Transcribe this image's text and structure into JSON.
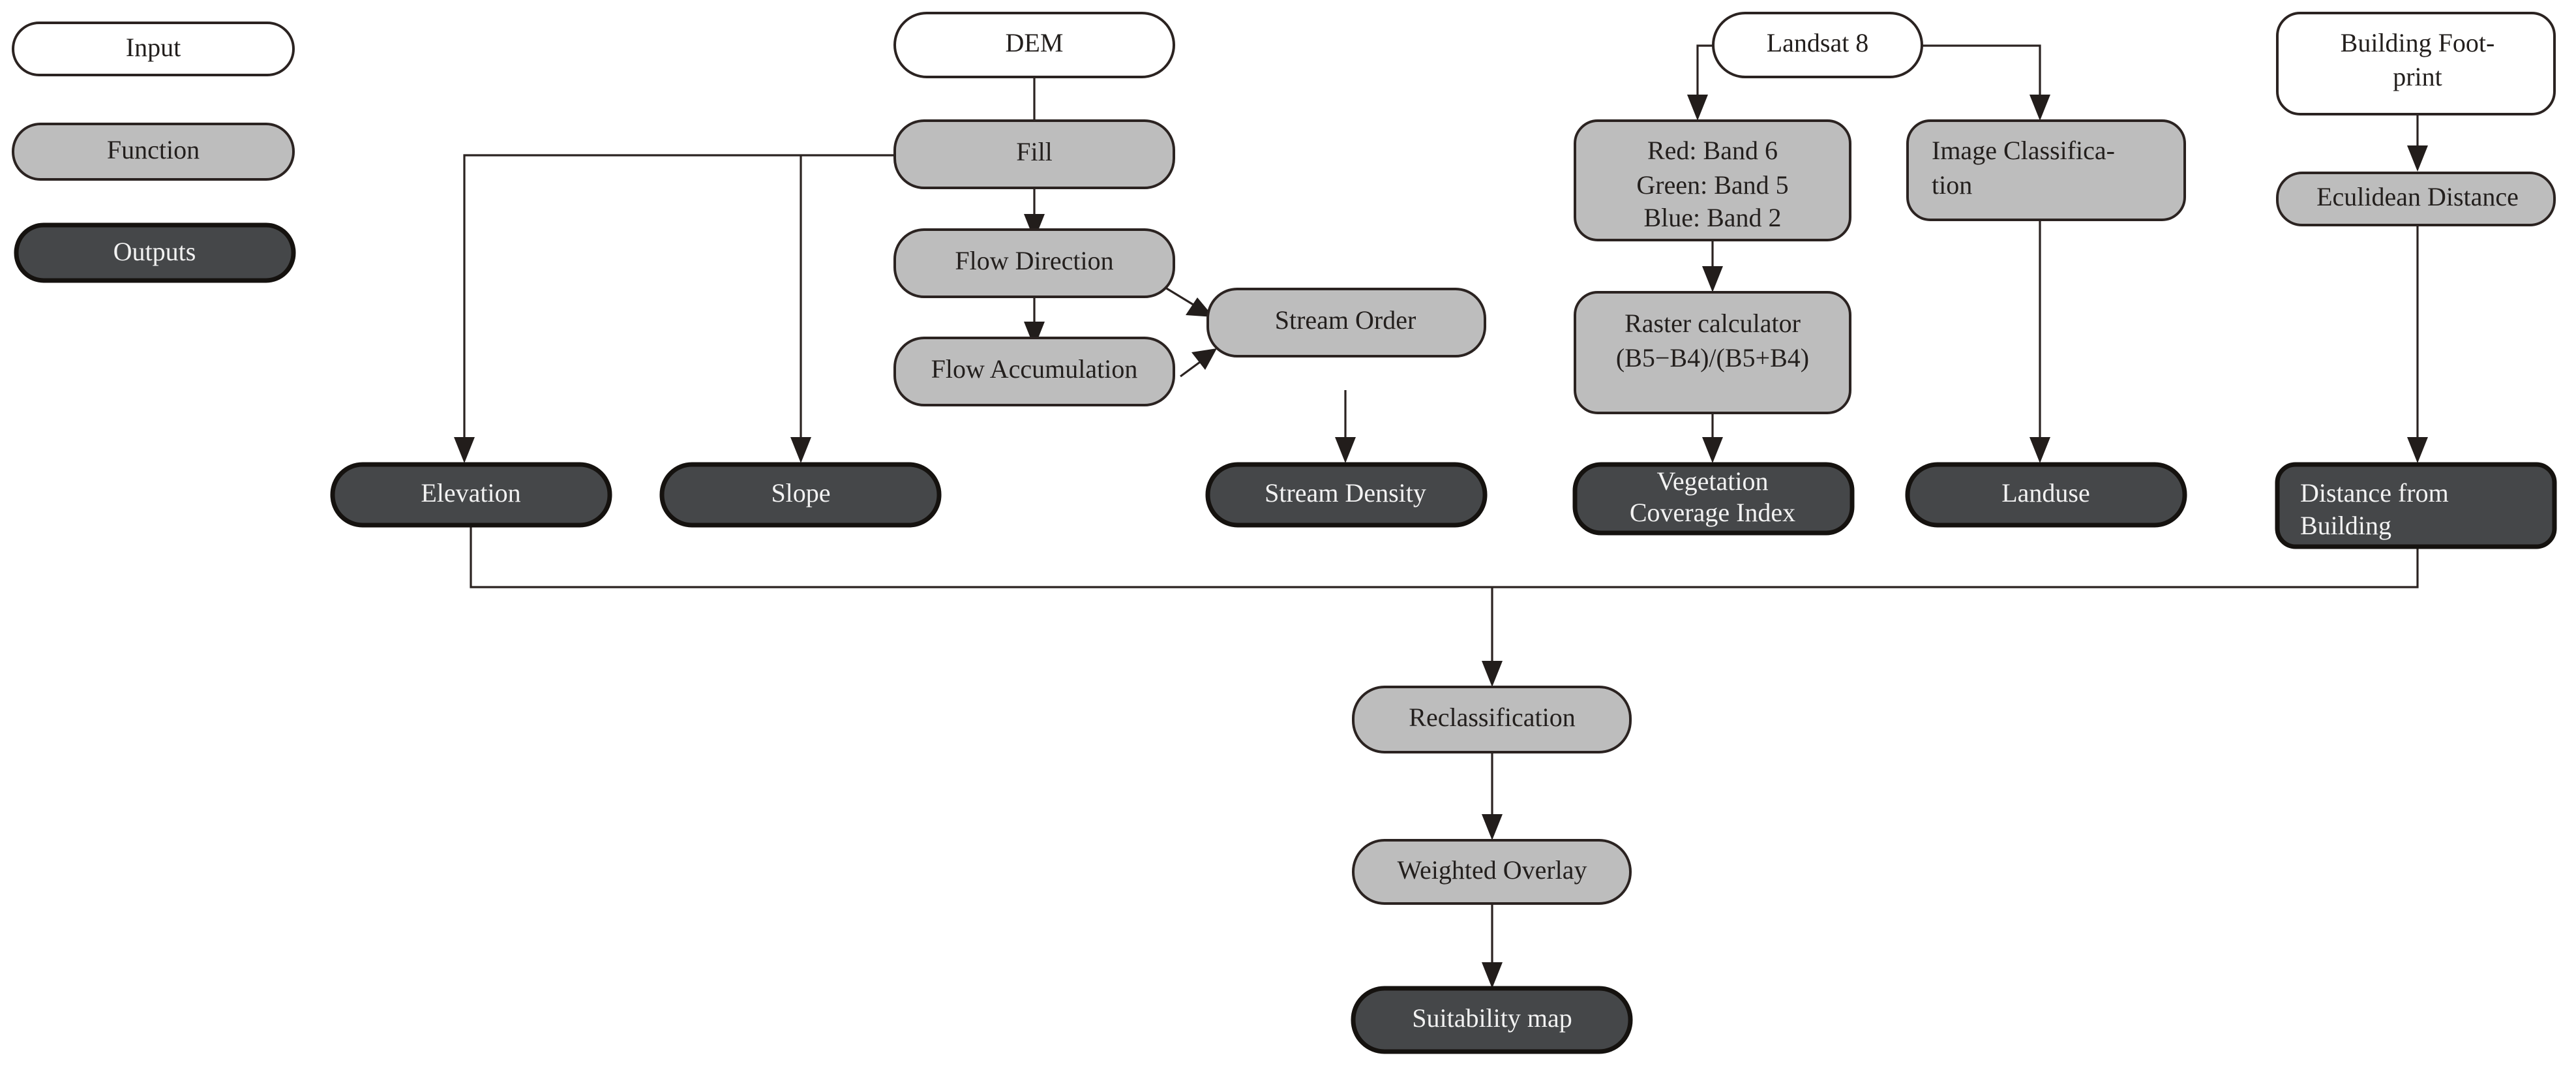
{
  "diagram": {
    "title": "GIS site suitability workflow flowchart",
    "colors": {
      "input_fill": "#ffffff",
      "function_fill": "#bdbdbd",
      "output_fill": "#454749",
      "stroke": "#2b2321",
      "output_text": "#f2f2f2",
      "text": "#231f1d"
    },
    "legend": [
      {
        "id": "legend-input",
        "label": "Input",
        "type": "input"
      },
      {
        "id": "legend-function",
        "label": "Function",
        "type": "function"
      },
      {
        "id": "legend-outputs",
        "label": "Outputs",
        "type": "output"
      }
    ],
    "nodes": [
      {
        "id": "dem",
        "label": "DEM",
        "type": "input"
      },
      {
        "id": "fill",
        "label": "Fill",
        "type": "function"
      },
      {
        "id": "flow-direction",
        "label": "Flow Direction",
        "type": "function"
      },
      {
        "id": "flow-accumulation",
        "label": "Flow Accumulation",
        "type": "function"
      },
      {
        "id": "stream-order",
        "label": "Stream Order",
        "type": "function"
      },
      {
        "id": "elevation",
        "label": "Elevation",
        "type": "output"
      },
      {
        "id": "slope",
        "label": "Slope",
        "type": "output"
      },
      {
        "id": "stream-density",
        "label": "Stream Density",
        "type": "output"
      },
      {
        "id": "landsat8",
        "label": "Landsat 8",
        "type": "input"
      },
      {
        "id": "band-composite",
        "label": "Red: Band 6|Green: Band 5|Blue: Band 2",
        "type": "function"
      },
      {
        "id": "raster-calculator",
        "label": "Raster calculator|(B5−B4)/(B5+B4)",
        "type": "function"
      },
      {
        "id": "vegetation-coverage-index",
        "label": "Vegetation|Coverage Index",
        "type": "output"
      },
      {
        "id": "image-classification",
        "label": "Image Classifica-|tion",
        "type": "function"
      },
      {
        "id": "landuse",
        "label": "Landuse",
        "type": "output"
      },
      {
        "id": "building-footprint",
        "label": "Building Foot-|print",
        "type": "input"
      },
      {
        "id": "euclidean-distance",
        "label": "Eculidean Distance",
        "type": "function"
      },
      {
        "id": "distance-from-building",
        "label": "Distance from|Building",
        "type": "output"
      },
      {
        "id": "reclassification",
        "label": "Reclassification",
        "type": "function"
      },
      {
        "id": "weighted-overlay",
        "label": "Weighted Overlay",
        "type": "function"
      },
      {
        "id": "suitability-map",
        "label": "Suitability map",
        "type": "output"
      }
    ],
    "edges": [
      {
        "from": "dem",
        "to": "fill"
      },
      {
        "from": "fill",
        "to": "elevation"
      },
      {
        "from": "fill",
        "to": "slope"
      },
      {
        "from": "fill",
        "to": "flow-direction"
      },
      {
        "from": "flow-direction",
        "to": "flow-accumulation"
      },
      {
        "from": "flow-direction",
        "to": "stream-order"
      },
      {
        "from": "flow-accumulation",
        "to": "stream-order"
      },
      {
        "from": "stream-order",
        "to": "stream-density"
      },
      {
        "from": "landsat8",
        "to": "band-composite"
      },
      {
        "from": "landsat8",
        "to": "image-classification"
      },
      {
        "from": "band-composite",
        "to": "raster-calculator"
      },
      {
        "from": "raster-calculator",
        "to": "vegetation-coverage-index"
      },
      {
        "from": "image-classification",
        "to": "landuse"
      },
      {
        "from": "building-footprint",
        "to": "euclidean-distance"
      },
      {
        "from": "euclidean-distance",
        "to": "distance-from-building"
      },
      {
        "from": "elevation",
        "to": "reclassification"
      },
      {
        "from": "distance-from-building",
        "to": "reclassification"
      },
      {
        "from": "reclassification",
        "to": "weighted-overlay"
      },
      {
        "from": "weighted-overlay",
        "to": "suitability-map"
      }
    ]
  }
}
